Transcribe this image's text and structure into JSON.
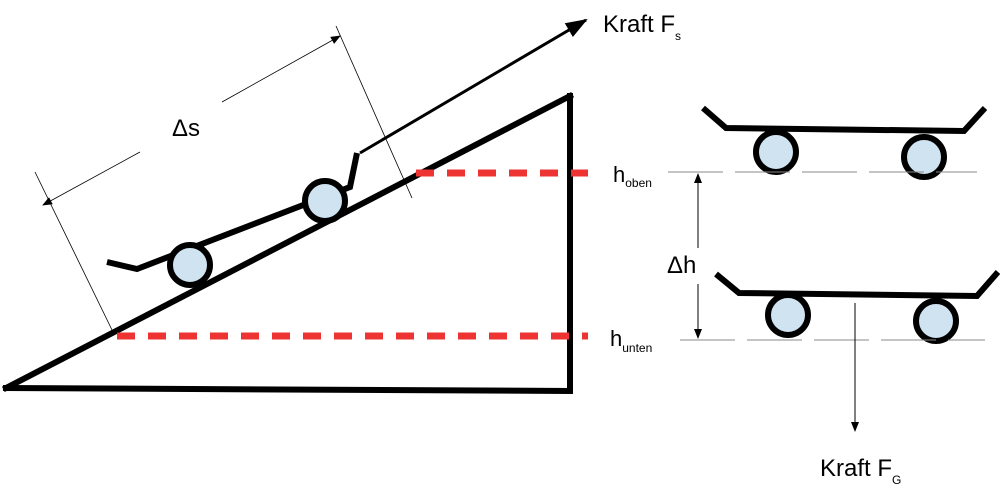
{
  "labels": {
    "force_s": "Kraft F",
    "force_s_sub": "s",
    "force_g": "Kraft F",
    "force_g_sub": "G",
    "delta_s": "Δs",
    "delta_h": "Δh",
    "h_top": "h",
    "h_top_sub": "oben",
    "h_bottom": "h",
    "h_bottom_sub": "unten"
  },
  "colors": {
    "line": "#000000",
    "height_marker": "#ee3333",
    "wheel_fill": "#cfe3f1",
    "guide": "#888888"
  }
}
